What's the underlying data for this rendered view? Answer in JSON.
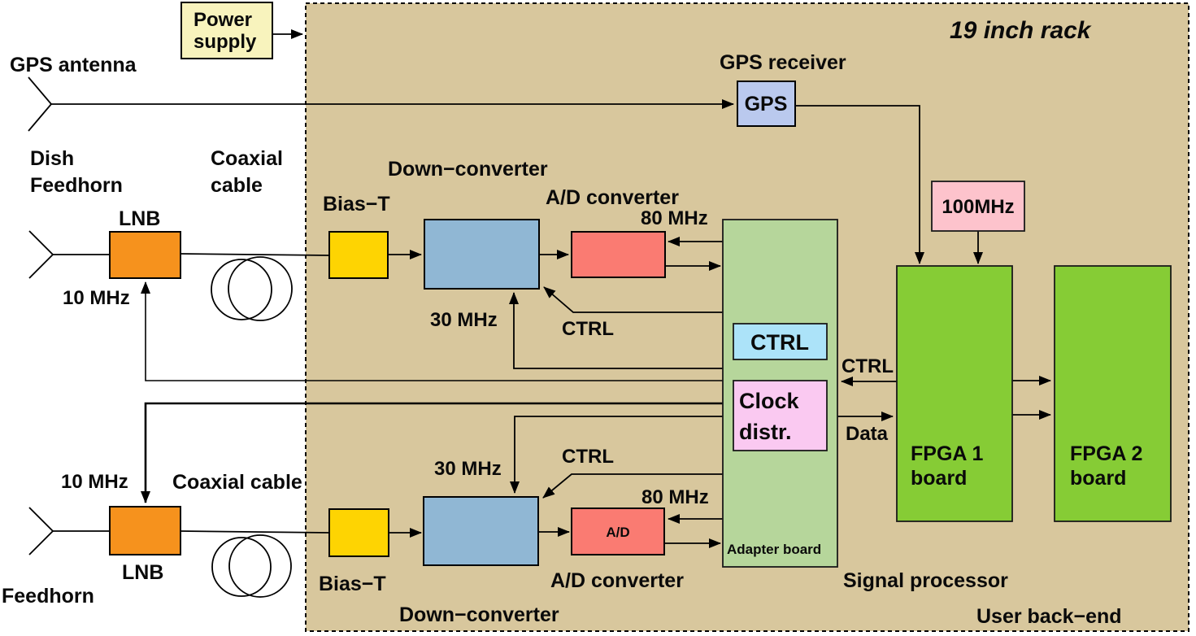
{
  "colors": {
    "rack_bg": "#d8c79d",
    "power_box": "#f8f3bd",
    "gps_box": "#bac9ee",
    "lnb": "#f6921d",
    "bias_t": "#fed402",
    "down_converter": "#90b7d4",
    "ad_converter": "#fa7b72",
    "adapter_board": "#b6d69b",
    "ctrl_box": "#ace3f9",
    "clock_box": "#fac9f1",
    "clock_100": "#fdc3cc",
    "fpga": "#86cc35"
  },
  "rack": {
    "title": "19 inch rack"
  },
  "power_supply": {
    "line1": "Power",
    "line2": "supply"
  },
  "gps": {
    "antenna_label": "GPS antenna",
    "receiver_label": "GPS receiver",
    "box": "GPS"
  },
  "top_chain": {
    "dish": "Dish",
    "feedhorn": "Feedhorn",
    "coaxial1": "Coaxial",
    "coaxial2": "cable",
    "lnb": "LNB",
    "ten_mhz": "10 MHz",
    "bias_t": "Bias−T",
    "down_converter": "Down−converter",
    "ad_converter": "A/D converter",
    "mhz80": "80 MHz",
    "mhz30": "30 MHz",
    "ctrl": "CTRL"
  },
  "bottom_chain": {
    "feedhorn": "Feedhorn",
    "coaxial": "Coaxial cable",
    "lnb": "LNB",
    "ten_mhz": "10 MHz",
    "bias_t": "Bias−T",
    "down_converter": "Down−converter",
    "ad_converter": "A/D converter",
    "ad_small": "A/D",
    "mhz80": "80 MHz",
    "mhz30": "30 MHz",
    "ctrl": "CTRL"
  },
  "adapter": {
    "label": "Adapter board",
    "ctrl_box": "CTRL",
    "clock1": "Clock",
    "clock2": "distr."
  },
  "right": {
    "clock_100": "100MHz",
    "ctrl": "CTRL",
    "data": "Data",
    "fpga1_line1": "FPGA 1",
    "fpga1_line2": "board",
    "fpga2_line1": "FPGA 2",
    "fpga2_line2": "board",
    "signal_processor": "Signal processor",
    "user_backend": "User back−end"
  }
}
